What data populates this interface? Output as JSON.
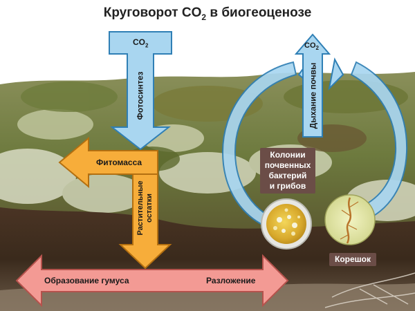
{
  "title": {
    "prefix": "Круговорот CO",
    "sub": "2",
    "suffix": " в биогеоценозе"
  },
  "labels": {
    "co2_top": "CO",
    "co2_sub": "2",
    "co2_right": "CO",
    "photosynthesis": "Фотосинтез",
    "soil_respiration": "Дыхание почвы",
    "phytomass": "Фитомасса",
    "plant_remains": [
      "Растительные",
      "остатки"
    ],
    "humus_formation": "Образование гумуса",
    "decomposition": "Разложение",
    "colonies": [
      "Колонии",
      "почвенных",
      "бактерий",
      "и грибов"
    ],
    "rootlet": "Корешок"
  },
  "colors": {
    "blue_arrow": "#a9d6f0",
    "blue_border": "#2f7fb5",
    "orange_arrow": "#f7ad3a",
    "orange_border": "#b36f10",
    "pink_arrow": "#f39a94",
    "pink_border": "#b5524c",
    "label_box": "#6b4d47"
  }
}
